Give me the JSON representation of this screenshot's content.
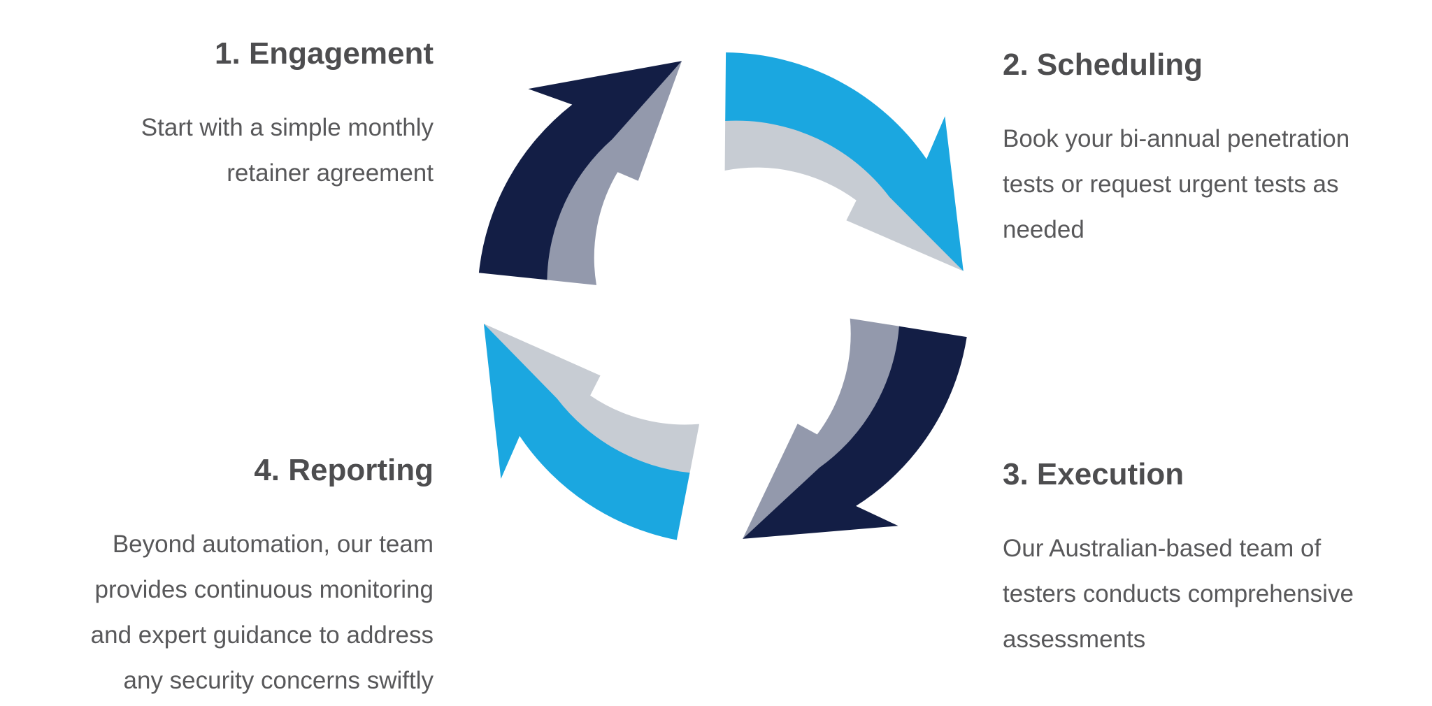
{
  "diagram": {
    "type": "process-cycle",
    "direction": "clockwise",
    "steps": [
      {
        "number": "1",
        "name": "engagement",
        "title": "1. Engagement",
        "lines": [
          "Start with a simple monthly",
          "retainer agreement"
        ]
      },
      {
        "number": "2",
        "name": "scheduling",
        "title": "2. Scheduling",
        "lines": [
          "Book your bi-annual penetration",
          "tests or request urgent tests as",
          "needed"
        ]
      },
      {
        "number": "3",
        "name": "execution",
        "title": "3. Execution",
        "lines": [
          "Our Australian-based team of",
          "testers conducts comprehensive",
          "assessments"
        ]
      },
      {
        "number": "4",
        "name": "reporting",
        "title": "4. Reporting",
        "lines": [
          "Beyond automation, our team",
          "provides continuous monitoring",
          "and expert guidance to address",
          "any security concerns swiftly"
        ]
      }
    ],
    "colors": {
      "navy": "#131e45",
      "slate": "#9399ac",
      "cyan": "#1ba7e0",
      "light_gray": "#c7ccd3",
      "heading_text": "#4d4d4f",
      "body_text": "#58585a",
      "background": "#ffffff"
    },
    "arrows": [
      {
        "quadrant": "top-left",
        "front_color": "navy",
        "back_color": "slate",
        "start_angle": 174,
        "end_angle": 100
      },
      {
        "quadrant": "top-right",
        "front_color": "cyan",
        "back_color": "light_gray",
        "start_angle": 89.5,
        "end_angle": 6.5
      },
      {
        "quadrant": "bottom-right",
        "front_color": "navy",
        "back_color": "slate",
        "start_angle": -9,
        "end_angle": -85.5
      },
      {
        "quadrant": "bottom-left",
        "front_color": "cyan",
        "back_color": "light_gray",
        "start_angle": -101,
        "end_angle": -174
      }
    ]
  }
}
